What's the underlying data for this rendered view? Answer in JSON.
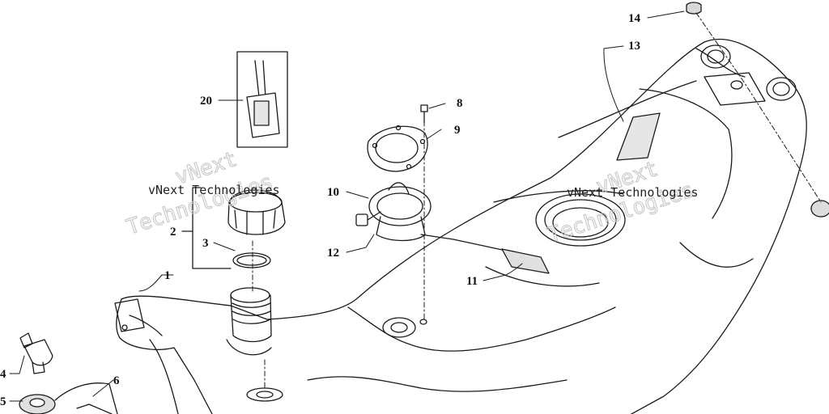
{
  "diagram": {
    "callouts": [
      {
        "id": "c1",
        "label": "1"
      },
      {
        "id": "c2",
        "label": "2"
      },
      {
        "id": "c3",
        "label": "3"
      },
      {
        "id": "c4",
        "label": "4"
      },
      {
        "id": "c5",
        "label": "5"
      },
      {
        "id": "c6",
        "label": "6"
      },
      {
        "id": "c8",
        "label": "8"
      },
      {
        "id": "c9",
        "label": "9"
      },
      {
        "id": "c10",
        "label": "10"
      },
      {
        "id": "c11",
        "label": "11"
      },
      {
        "id": "c12",
        "label": "12"
      },
      {
        "id": "c13",
        "label": "13"
      },
      {
        "id": "c14",
        "label": "14"
      },
      {
        "id": "c20",
        "label": "20"
      }
    ],
    "watermark": {
      "line1": "vNext Technologies",
      "brand_a": "vNext",
      "brand_b": "Technologies"
    }
  }
}
